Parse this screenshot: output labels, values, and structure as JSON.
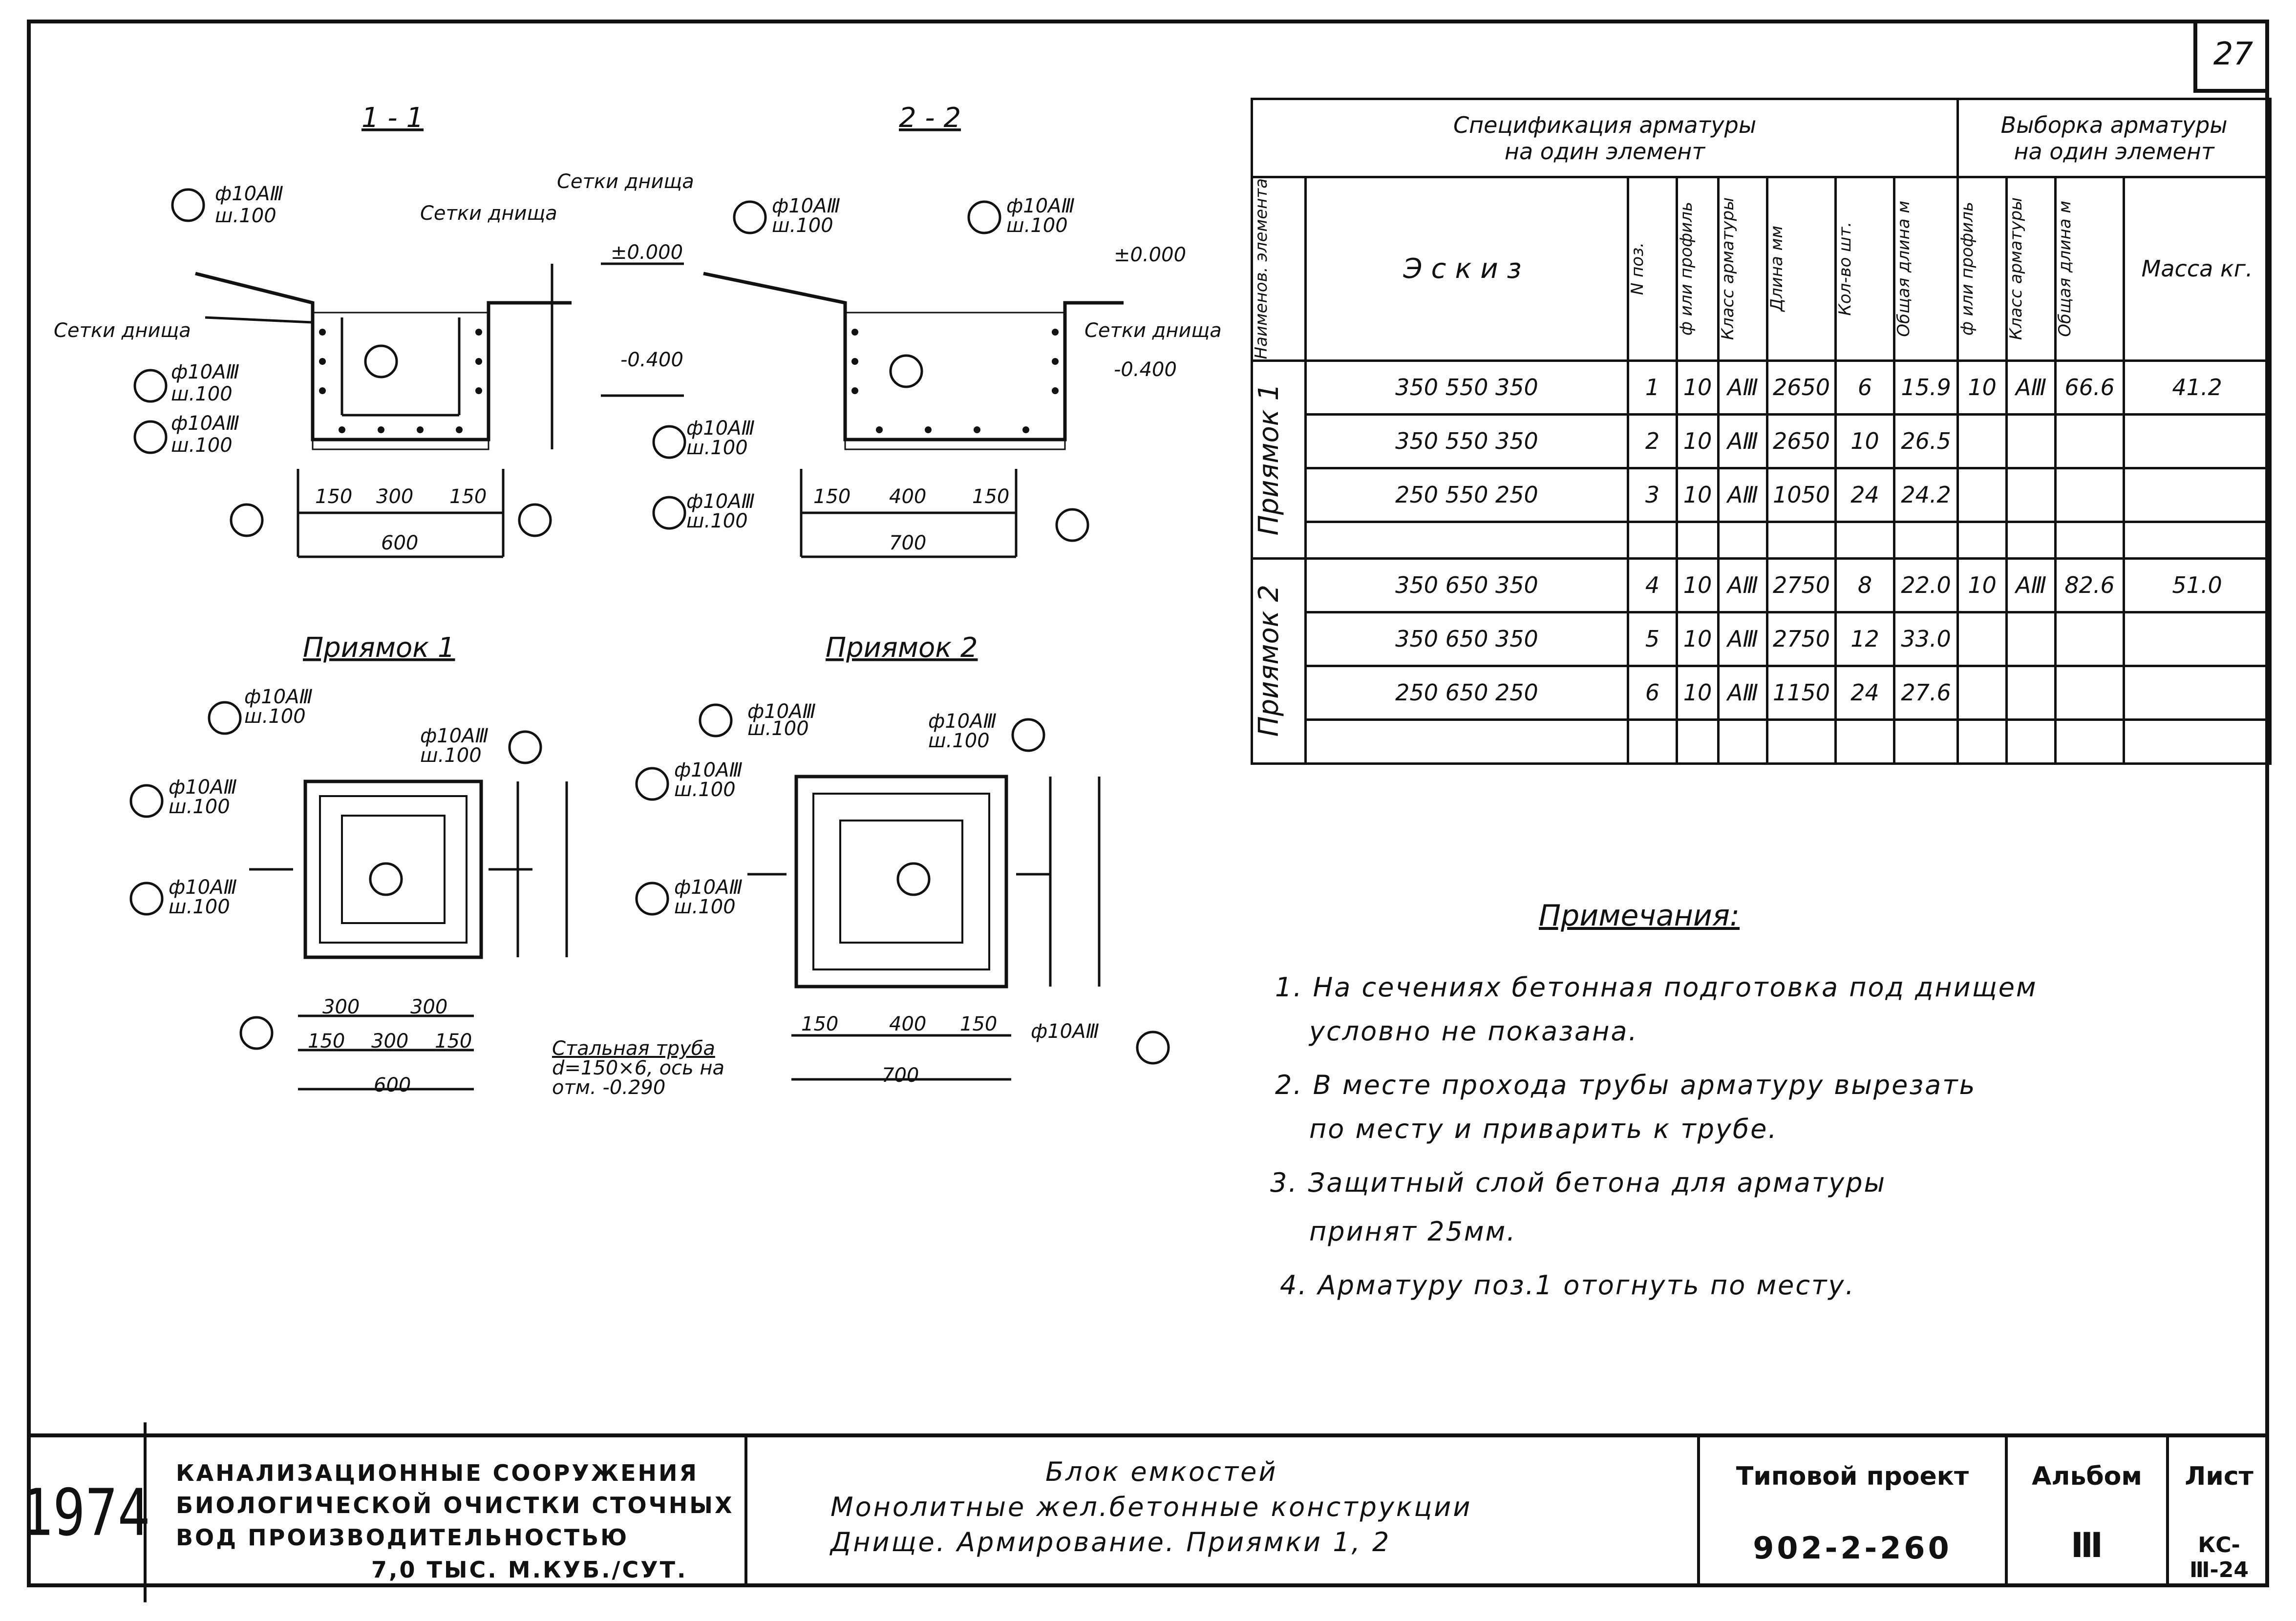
{
  "page_number": "27",
  "sections": {
    "s11": "1 - 1",
    "s22": "2 - 2",
    "p1": "Приямок 1",
    "p2": "Приямок 2"
  },
  "labels": {
    "setki_dnischa": "Сетки днища",
    "rebar": "ф10АⅢ",
    "step": "ш.100",
    "elev_top": "±0.000",
    "elev_bot": "-0.400",
    "pipe_title": "Стальная труба",
    "pipe_l1": "d=150×6, ось на",
    "pipe_l2": "отм. -0.290"
  },
  "dims": {
    "d150": "150",
    "d300": "300",
    "d400": "400",
    "d600": "600",
    "d700": "700"
  },
  "spec": {
    "title1": "Спецификация арматуры",
    "title2": "на один элемент",
    "sel1": "Выборка арматуры",
    "sel2": "на один элемент",
    "h_name": "Наименов. элемента",
    "h_sketch": "Эскиз",
    "h_pos": "N поз.",
    "h_diam": "ф или профиль",
    "h_class": "Класс арматуры",
    "h_len": "Длина мм",
    "h_qty": "Кол-во шт.",
    "h_total": "Общая длина м",
    "h_mass": "Масса кг.",
    "groups": [
      {
        "name": "Приямок 1",
        "sel_diam": "10",
        "sel_class": "АⅢ",
        "sel_len": "66.6",
        "mass": "41.2",
        "rows": [
          {
            "sketch": "350 550 350",
            "pos": "1",
            "diam": "10",
            "cls": "АⅢ",
            "len": "2650",
            "qty": "6",
            "total": "15.9"
          },
          {
            "sketch": "350 550 350",
            "pos": "2",
            "diam": "10",
            "cls": "АⅢ",
            "len": "2650",
            "qty": "10",
            "total": "26.5"
          },
          {
            "sketch": "250 550 250",
            "pos": "3",
            "diam": "10",
            "cls": "АⅢ",
            "len": "1050",
            "qty": "24",
            "total": "24.2"
          }
        ]
      },
      {
        "name": "Приямок 2",
        "sel_diam": "10",
        "sel_class": "АⅢ",
        "sel_len": "82.6",
        "mass": "51.0",
        "rows": [
          {
            "sketch": "350 650 350",
            "pos": "4",
            "diam": "10",
            "cls": "АⅢ",
            "len": "2750",
            "qty": "8",
            "total": "22.0"
          },
          {
            "sketch": "350 650 350",
            "pos": "5",
            "diam": "10",
            "cls": "АⅢ",
            "len": "2750",
            "qty": "12",
            "total": "33.0"
          },
          {
            "sketch": "250 650 250",
            "pos": "6",
            "diam": "10",
            "cls": "АⅢ",
            "len": "1150",
            "qty": "24",
            "total": "27.6"
          }
        ]
      }
    ]
  },
  "notes": {
    "heading": "Примечания:",
    "l1": "1.  На сечениях бетонная подготовка под днищем",
    "l1b": "условно не показана.",
    "l2": "2.   В месте прохода трубы арматуру вырезать",
    "l2b": "по месту и приварить к трубе.",
    "l3": "3.  Защитный слой бетона для арматуры",
    "l3b": "принят 25мм.",
    "l4": "4.   Арматуру поз.1 отогнуть по месту."
  },
  "stamp": {
    "year": "1974",
    "org1": "КАНАЛИЗАЦИОННЫЕ  СООРУЖЕНИЯ",
    "org2": "БИОЛОГИЧЕСКОЙ ОЧИСТКИ СТОЧНЫХ",
    "org3": "ВОД    ПРОИЗВОДИТЕЛЬНОСТЬЮ",
    "org4": "7,0 ТЫС. М.КУБ./СУТ.",
    "title1": "Блок емкостей",
    "title2": "Монолитные жел.бетонные конструкции",
    "title3": "Днище. Армирование. Приямки 1, 2",
    "tp_label": "Типовой проект",
    "tp_num": "902-2-260",
    "album_label": "Альбом",
    "album_num": "Ⅲ",
    "sheet_label": "Лист",
    "sheet_num": "КС-Ⅲ-24"
  }
}
